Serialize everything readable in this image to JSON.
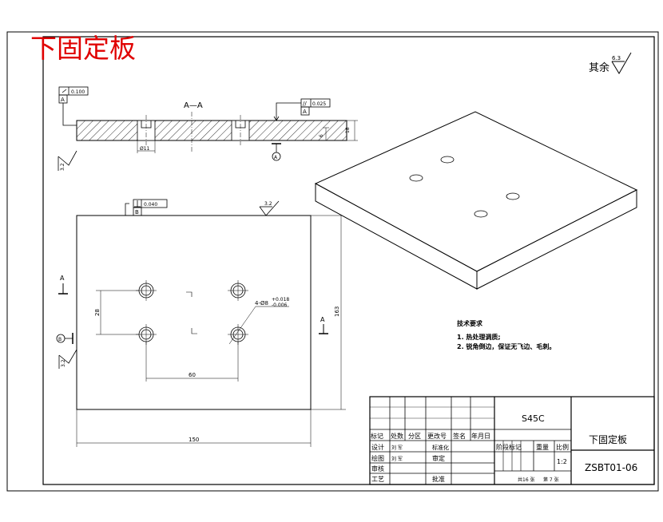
{
  "title": "下固定板",
  "roughness_note": {
    "label": "其余",
    "value": "6.3"
  },
  "section_label": "A—A",
  "datums": {
    "a": "A",
    "b": "B"
  },
  "tolerances": {
    "flatness_left": "0.100",
    "parallel_right": "0.025",
    "plan_top": "0.040",
    "parallel_symbol": "//",
    "perp_symbol": "⊥"
  },
  "roughness": {
    "side": "3.2",
    "top": "3.2",
    "section": "3.2"
  },
  "dims": {
    "bore": "Ø11",
    "thickness": "18",
    "step": "6",
    "pitch_v": "28",
    "pitch_h": "60",
    "height": "163",
    "width": "150",
    "hole_main": "4-Ø8",
    "hole_tol_upper": "+0.018",
    "hole_tol_lower": "-0.006"
  },
  "section_marks": {
    "left": "A",
    "right": "A"
  },
  "tech_req": {
    "heading": "技术要求",
    "items": [
      "1. 热处理调质;",
      "2. 锐角倒边，保证无飞边、毛刺。"
    ]
  },
  "title_block": {
    "material": "S45C",
    "part_name": "下固定板",
    "drawing_no": "ZSBT01-06",
    "header_row": [
      "标记",
      "处数",
      "分区",
      "更改号",
      "签名",
      "年月日"
    ],
    "design": "设计",
    "design_sig": "刘 军",
    "standardize": "标准化",
    "draw": "绘图",
    "draw_sig": "刘 军",
    "review": "审核",
    "check": "审定",
    "process": "工艺",
    "approve": "批准",
    "stage_mark": "阶段标记",
    "weight": "重量",
    "scale": "比例",
    "scale_value": "1:2",
    "sheets": "共16 张",
    "sheet_no": "第 7 张"
  }
}
